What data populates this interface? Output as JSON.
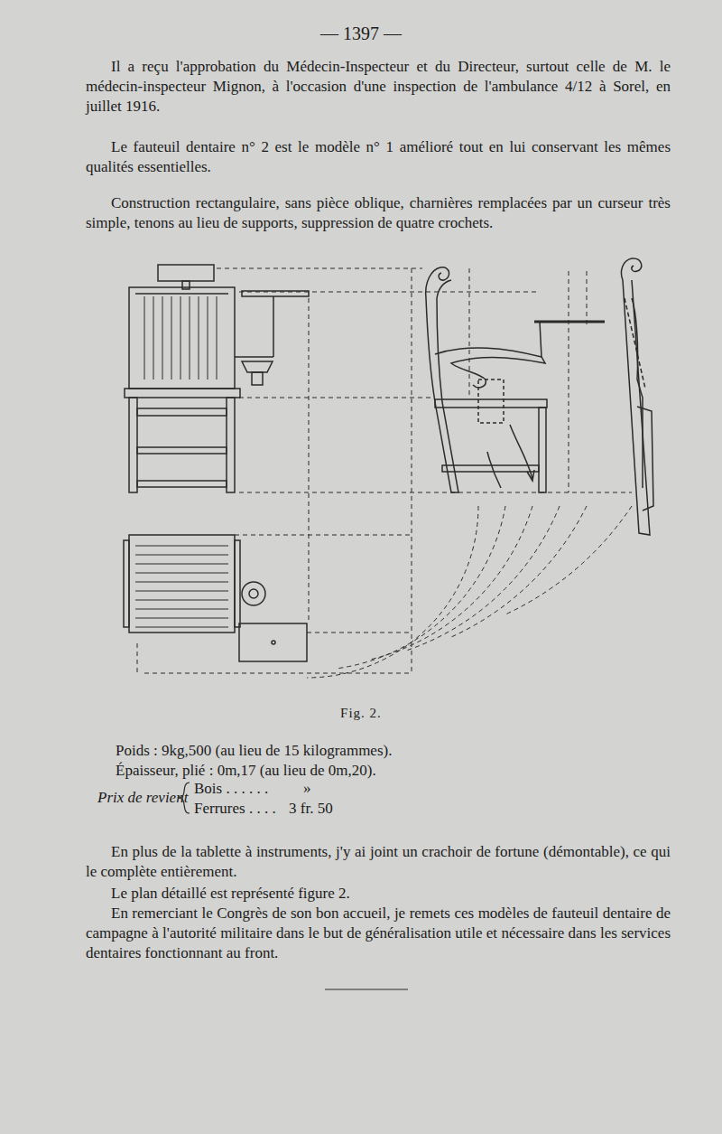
{
  "diagram": {
    "caption": "Fig. 2.",
    "labels": [
      "— 1397 —",
      "Il a reçu l'approbation du Médecin-Inspecteur et du Directeur, surtout celle de M. le médecin-inspecteur Mignon, à l'occasion d'une inspection de l'ambulance 4/12 à Sorel, en juillet 1916.",
      "Le fauteuil dentaire n° 2 est le modèle n° 1 amélioré tout en lui conservant les mêmes qualités essentielles.",
      "Construction rectangulaire, sans pièce oblique, charnières remplacées par un curseur très simple, tenons au lieu de supports, suppression de quatre crochets.",
      "Poids : 9kg,500 (au lieu de 15 kilogrammes).",
      "Épaisseur, plié : 0m,17 (au lieu de 0m,20).",
      "Prix de revient",
      "Bois . . . . . .",
      "»",
      "Ferrures . . . .",
      "3 fr. 50",
      "En plus de la tablette à instruments, j'y ai joint un crachoir de fortune (démontable), ce qui le complète entièrement.",
      "Le plan détaillé est représenté figure 2.",
      "En remerciant le Congrès de son bon accueil, je remets ces modèles de fauteuil dentaire de campagne à l'autorité militaire dans le but de généralisation utile et nécessaire dans les services dentaires fonctionnant au front."
    ]
  }
}
